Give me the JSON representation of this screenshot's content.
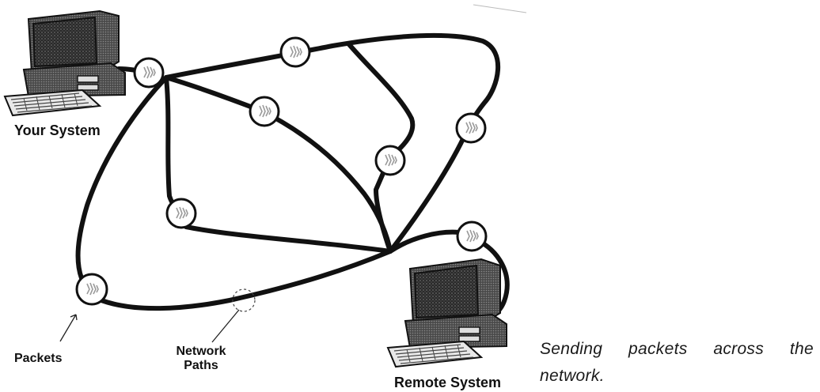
{
  "labels": {
    "your_system": "Your System",
    "remote_system": "Remote System",
    "packets": "Packets",
    "network_paths_line1": "Network",
    "network_paths_line2": "Paths"
  },
  "caption": "Sending packets across the network."
}
